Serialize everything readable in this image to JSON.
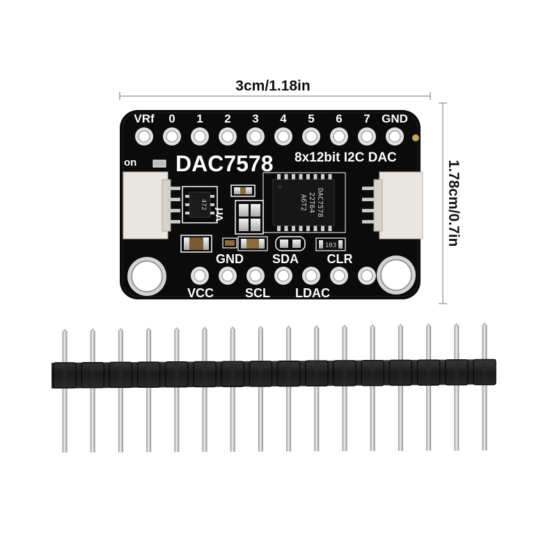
{
  "dimensions": {
    "width_label": "3cm/1.18in",
    "height_label": "1.78cm/0.7in"
  },
  "board": {
    "title": "DAC7578",
    "subtitle": "8x12bit I2C DAC",
    "top_pins": [
      "VRf",
      "0",
      "1",
      "2",
      "3",
      "4",
      "5",
      "6",
      "7",
      "GND"
    ],
    "power_led_label": "on",
    "vref_label": "Vrf",
    "bottom_labels_row1": [
      "GND",
      "SDA",
      "CLR"
    ],
    "bottom_labels_row2": [
      "VCC",
      "SCL",
      "LDAC"
    ],
    "chip_marking": [
      "DAC7578",
      "22T64",
      "A6T2"
    ],
    "small_ic_marking": "472",
    "resistor_marking": "103"
  },
  "header": {
    "pin_count": 16
  },
  "colors": {
    "pcb": "#0b0b0b",
    "silkscreen": "#ffffff",
    "pad": "#d8d8d8",
    "connector": "#e9e6df",
    "header_plastic": "#1c1c1c",
    "header_pin": "#c7c7c7"
  }
}
